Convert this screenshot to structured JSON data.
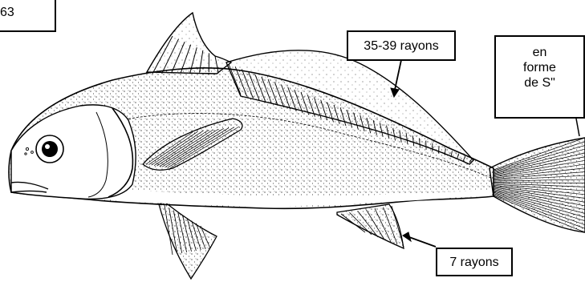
{
  "figure": {
    "id_label": "63",
    "dorsal_fin_label": "35-39 rayons",
    "caudal_fin_label": [
      "en",
      "forme",
      "de S\""
    ],
    "anal_fin_label": "7 rayons",
    "colors": {
      "ink": "#000000",
      "paper": "#ffffff"
    }
  }
}
